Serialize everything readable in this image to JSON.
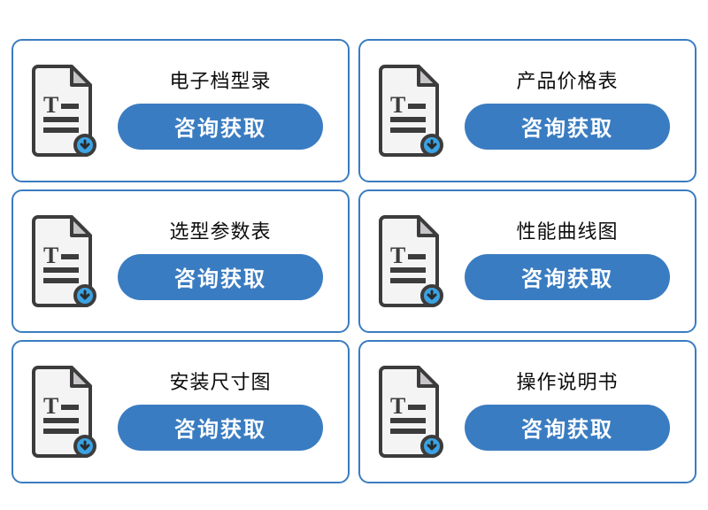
{
  "page": {
    "background_color": "#ffffff",
    "accent_color": "#3a7cc1",
    "title_color": "#0d0d0d",
    "layout": "2-column x 3-row card grid"
  },
  "cards": [
    {
      "title": "电子档型录",
      "cta_label": "咨询获取",
      "icon": "document-download-icon"
    },
    {
      "title": "产品价格表",
      "cta_label": "咨询获取",
      "icon": "document-download-icon"
    },
    {
      "title": "选型参数表",
      "cta_label": "咨询获取",
      "icon": "document-download-icon"
    },
    {
      "title": "性能曲线图",
      "cta_label": "咨询获取",
      "icon": "document-download-icon"
    },
    {
      "title": "安装尺寸图",
      "cta_label": "咨询获取",
      "icon": "document-download-icon"
    },
    {
      "title": "操作说明书",
      "cta_label": "咨询获取",
      "icon": "document-download-icon"
    }
  ]
}
